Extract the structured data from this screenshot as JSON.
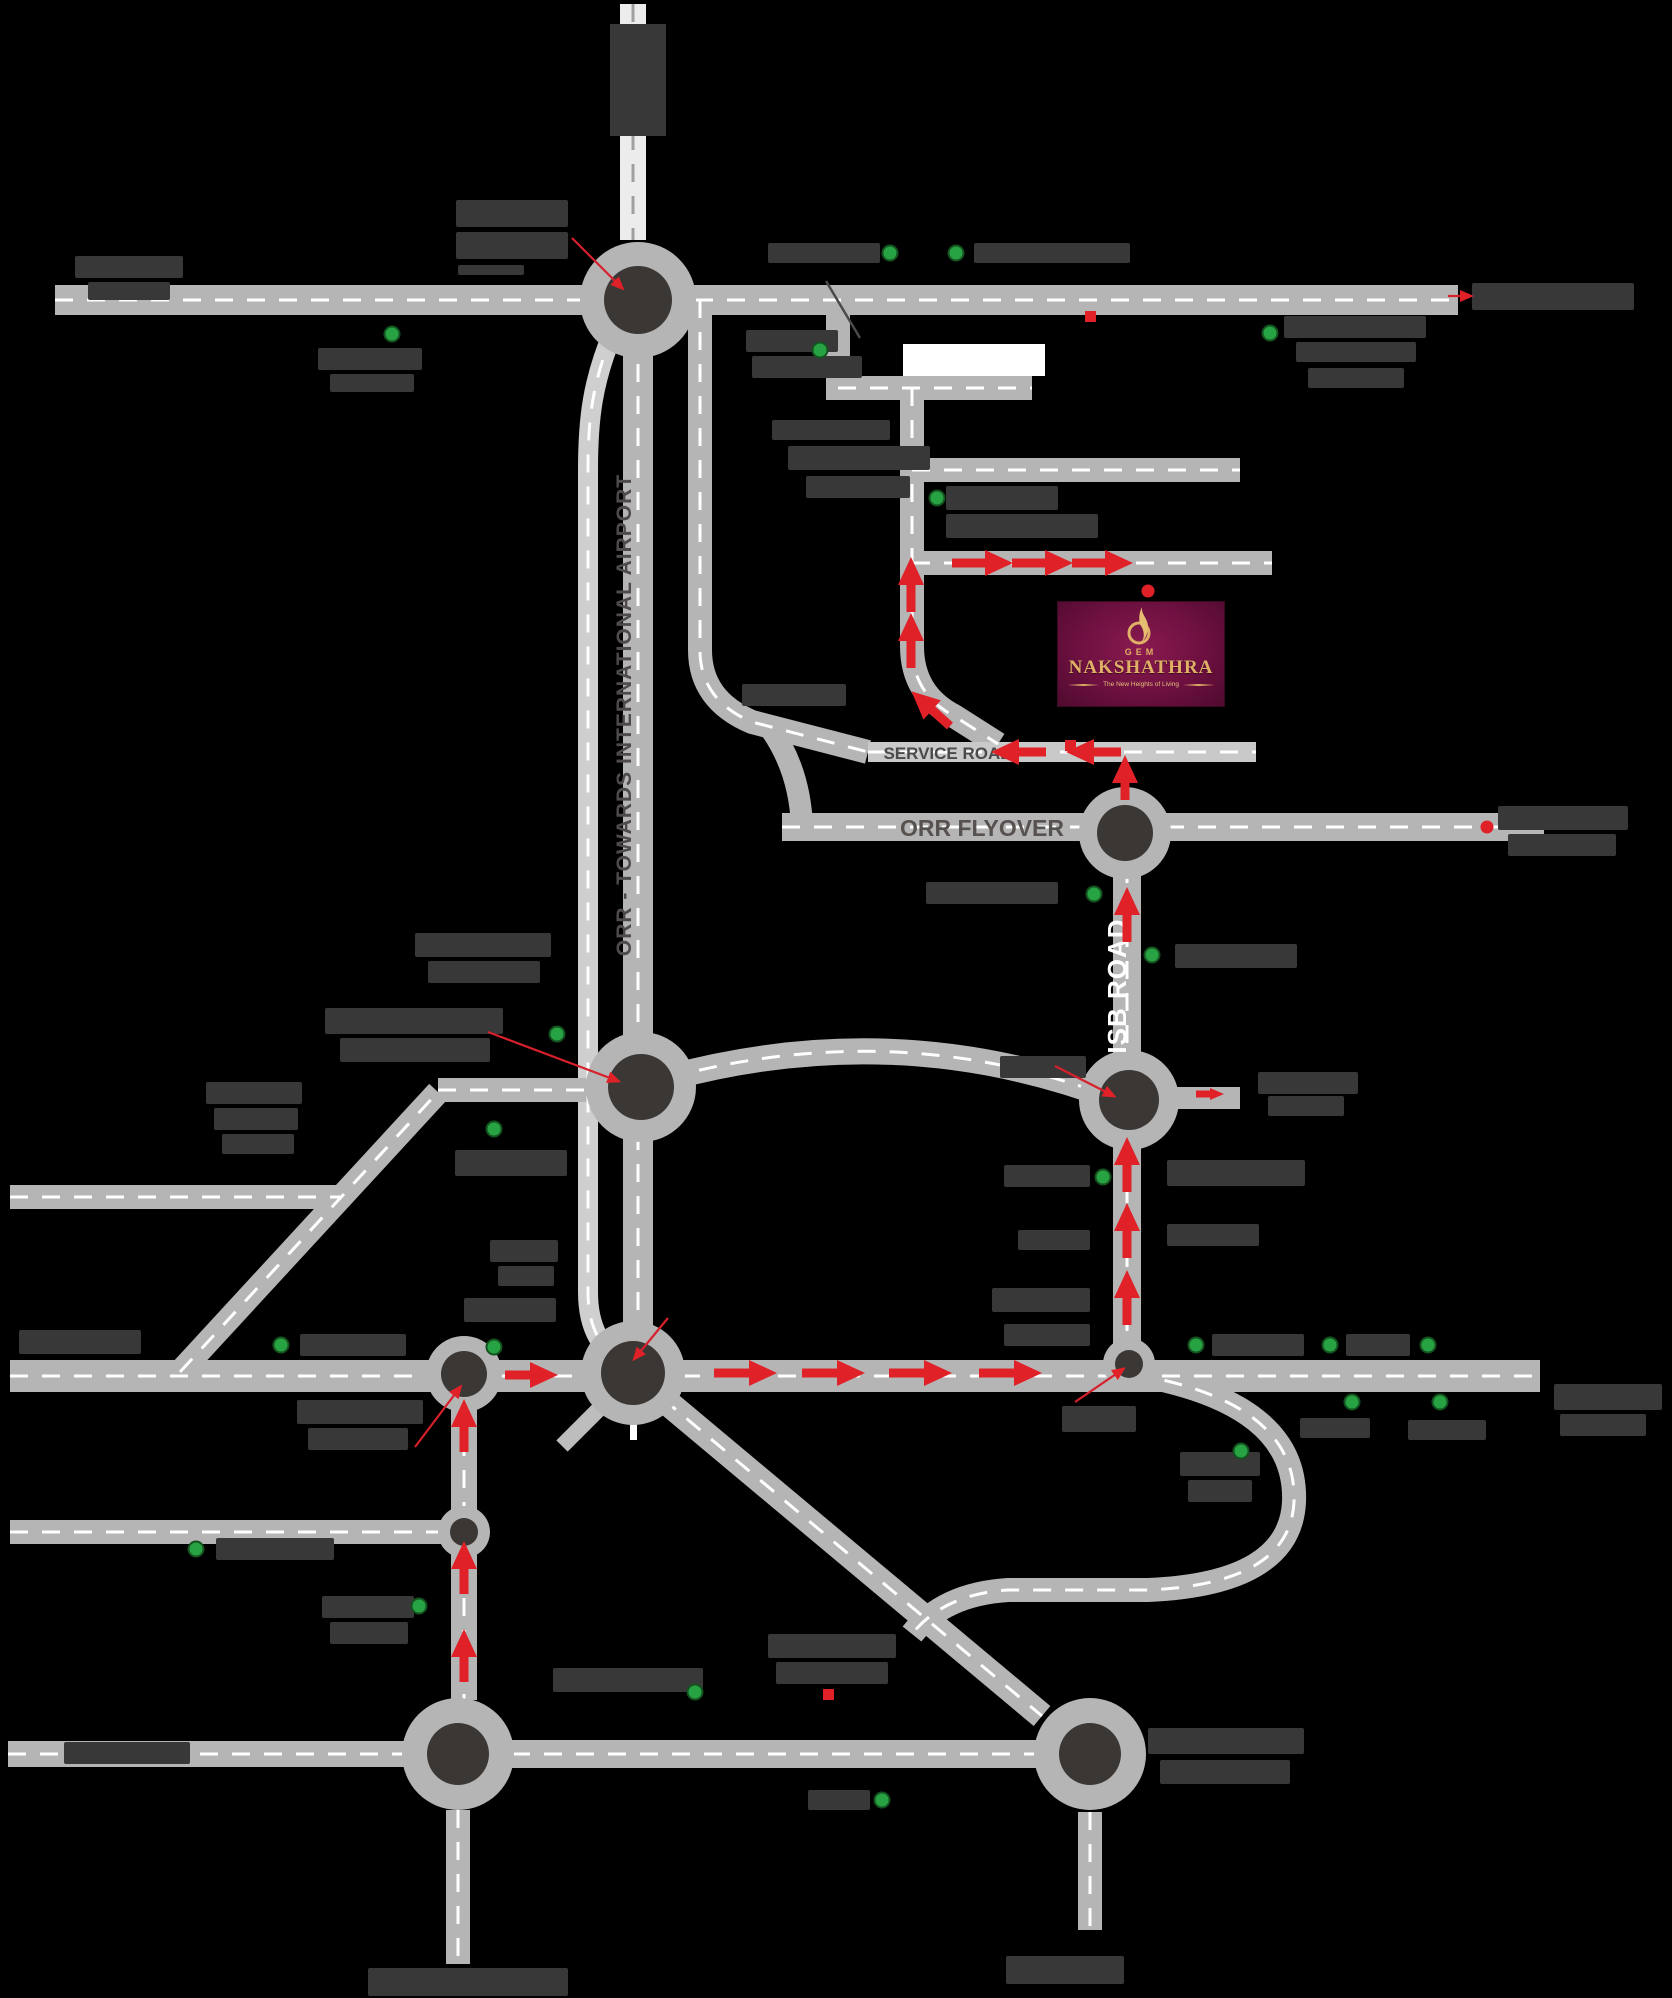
{
  "map": {
    "road_labels": {
      "orr_vertical": "ORR - TOWARDS INTERNATIONAL AIRPORT",
      "isb_road": "ISB ROAD",
      "service_road": "SERVICE ROAD",
      "orr_flyover": "ORR FLYOVER"
    },
    "logo": {
      "brand": "GEM",
      "name": "NAKSHATHRA",
      "tagline": "The New Heights of Living"
    },
    "colors": {
      "background": "#000000",
      "road": "#b5b5b5",
      "road_light": "#c9c9c9",
      "road_white": "#ececec",
      "centerline": "#ffffff",
      "junction_core": "#3b3735",
      "route_arrow": "#e02128",
      "landmark_green": "#27a344",
      "landmark_red": "#e02128",
      "label_block": "#383838",
      "logo_bg": "#6d1040",
      "logo_gold": "#dfb065"
    }
  }
}
